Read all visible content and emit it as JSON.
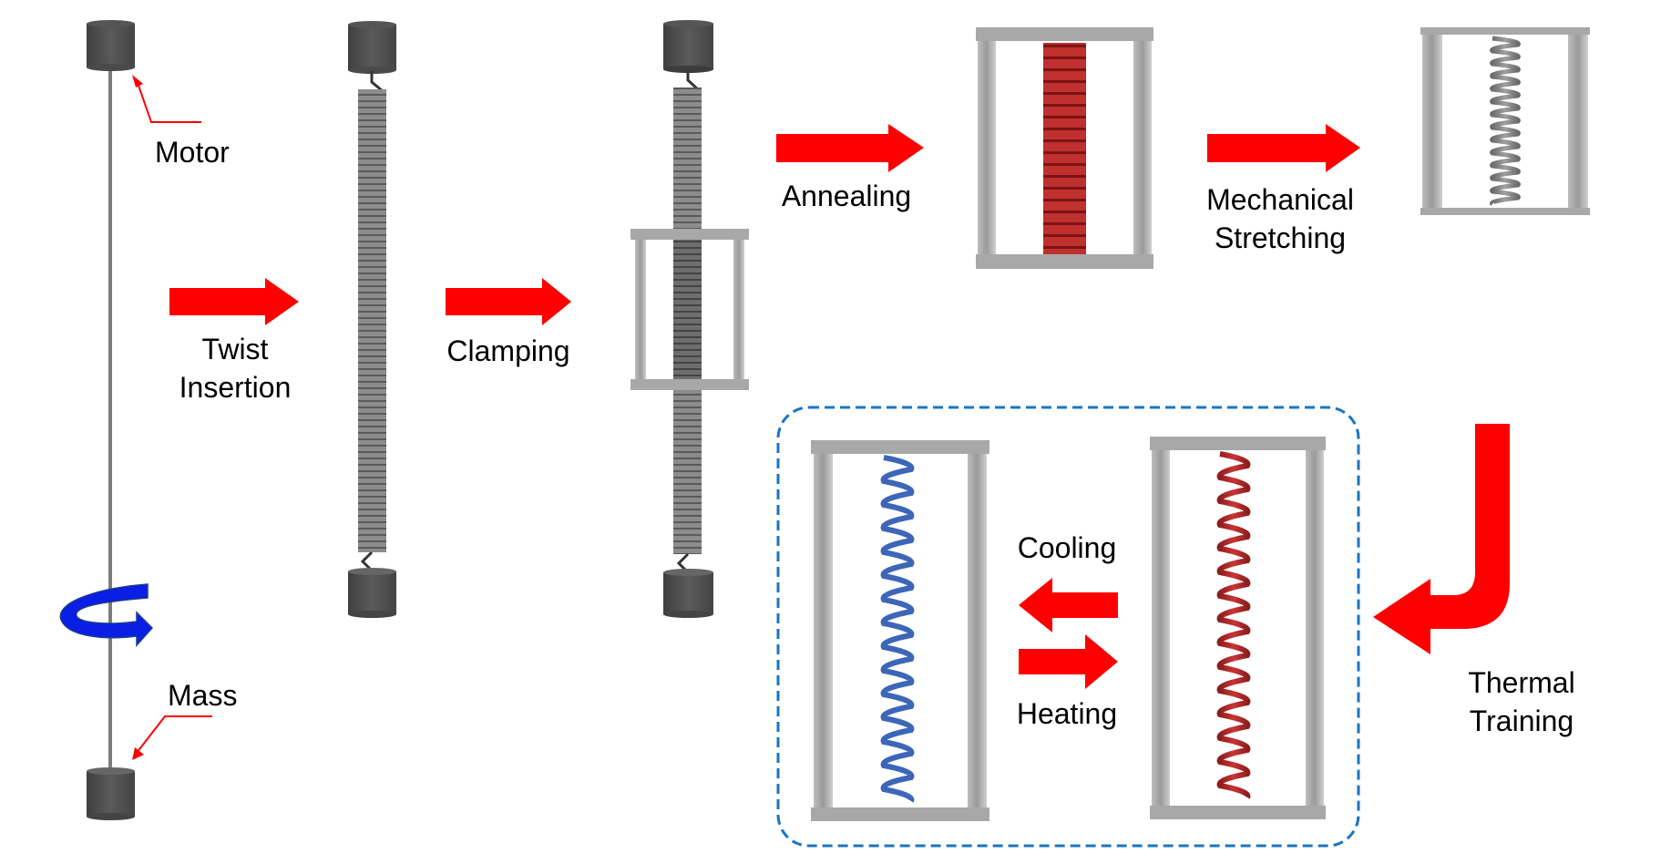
{
  "labels": {
    "motor": "Motor",
    "mass": "Mass",
    "twist_line1": "Twist",
    "twist_line2": "Insertion",
    "clamping": "Clamping",
    "annealing": "Annealing",
    "mechanical_line1": "Mechanical",
    "mechanical_line2": "Stretching",
    "thermal_line1": "Thermal",
    "thermal_line2": "Training",
    "cooling": "Cooling",
    "heating": "Heating"
  },
  "colors": {
    "arrow": "#ff0000",
    "rotation_arrow": "#0a1ee6",
    "dashed_box": "#1a75c2",
    "frame": "#a6a6a6",
    "cylinder": "#4d4d4d",
    "coil_gray": "#7a7a7a",
    "coil_red": "#b52a2a",
    "coil_blue": "#3d66b8"
  },
  "stages": [
    "Twist Insertion",
    "Clamping",
    "Annealing",
    "Mechanical Stretching",
    "Thermal Training"
  ]
}
